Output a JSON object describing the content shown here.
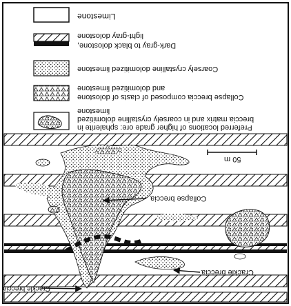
{
  "legend": {
    "limestone": "Limestone",
    "light_dolostone": "light-gray dolostone",
    "dark_dolostone": "Dark-gray to black dolostone,",
    "coarse": "Coarsely crystalline dolomitized limestone",
    "collapse_1": "Collapse breccia composed of clasts of dolostone",
    "collapse_2": "and dolomitized limestone",
    "pref_1": "Preferred locations of higher grade ore: sphalerite in",
    "pref_2": "breccia matrix and in coarsely crystalline dolomitized",
    "pref_3": "limestone"
  },
  "scale_bar": {
    "label": "50 m"
  },
  "annotations": {
    "collapse": "Collapse breccia",
    "crackle_right": "Crackle breccia",
    "crackle_left": "Crackle breccia"
  },
  "colors": {
    "ink": "#111111",
    "paper": "#ffffff"
  }
}
